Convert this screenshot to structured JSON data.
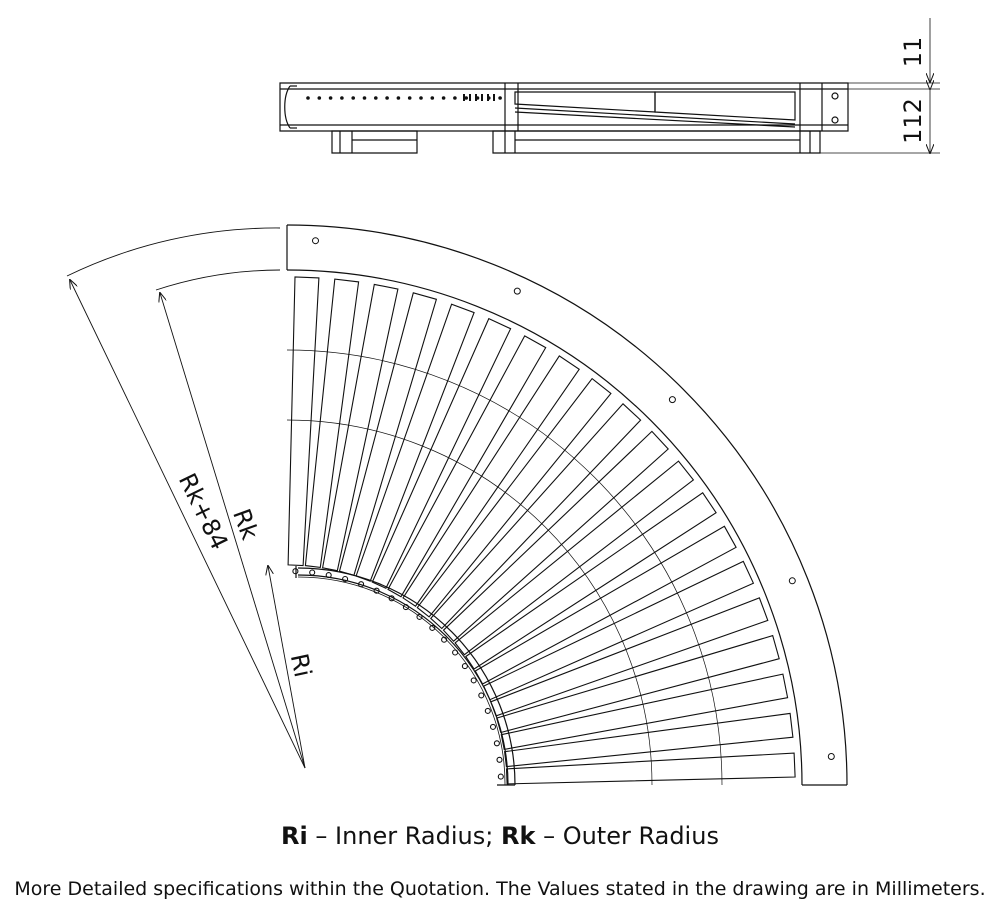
{
  "drawing": {
    "dim_top_small": "11",
    "dim_top_large": "112",
    "label_outer_plus": "Rk+84",
    "label_outer": "Rk",
    "label_inner": "Ri"
  },
  "legend": {
    "ri_abbr": "Ri",
    "ri_text": " – Inner Radius; ",
    "rk_abbr": "Rk",
    "rk_text": " – Outer Radius"
  },
  "note": "More Detailed specifications within the Quotation. The Values stated in the drawing are in Millimeters.",
  "colors": {
    "line": "#111111",
    "background": "#ffffff"
  }
}
